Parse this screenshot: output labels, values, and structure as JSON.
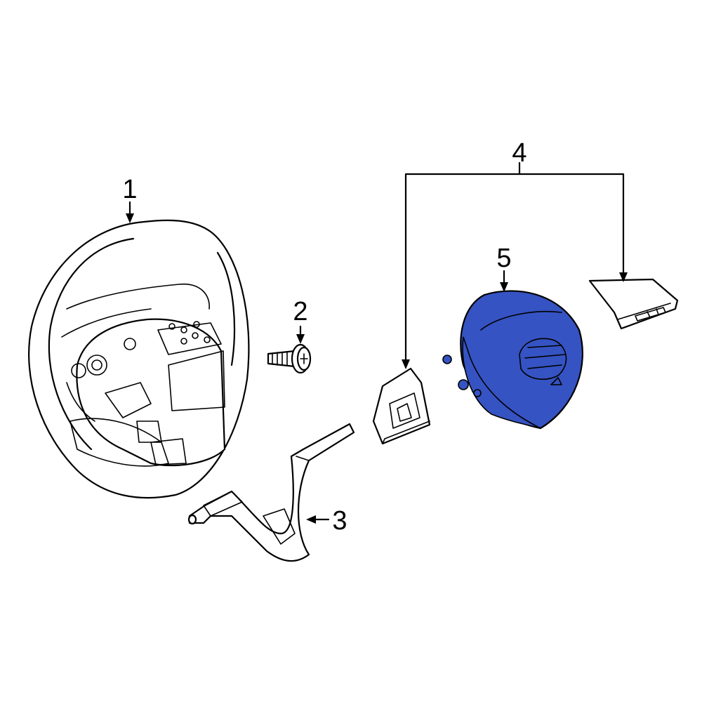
{
  "callouts": {
    "steering_wheel": "1",
    "bolt": "2",
    "lower_cover": "3",
    "switch_assembly": "4",
    "airbag": "5"
  },
  "colors": {
    "highlight": "#3553C2",
    "line": "#000000",
    "background": "#FFFFFF"
  }
}
